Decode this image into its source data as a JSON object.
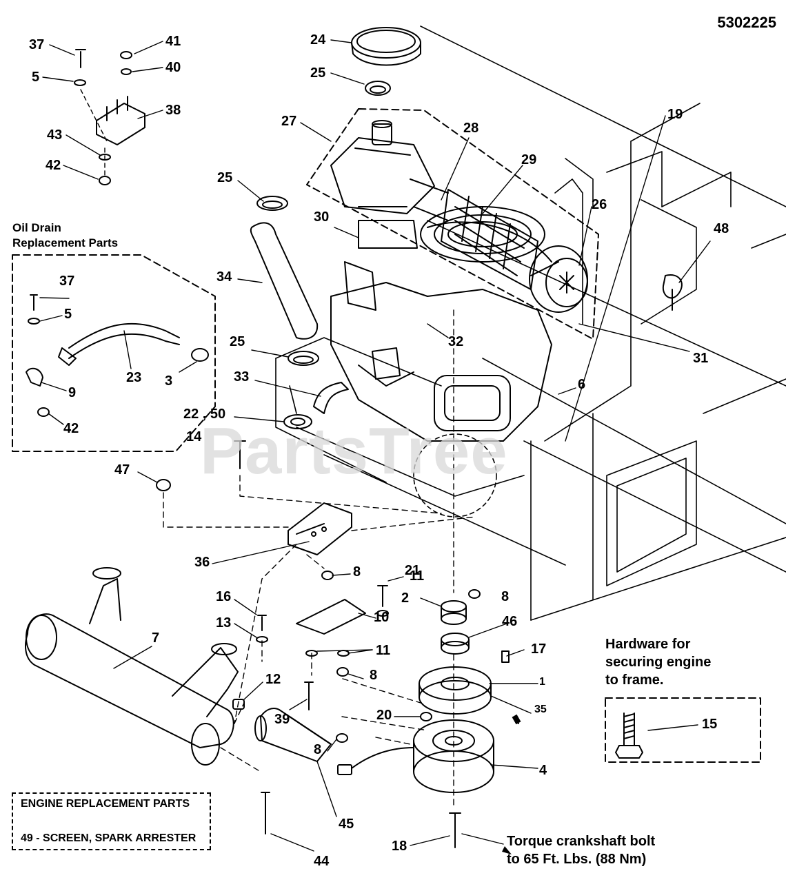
{
  "document": {
    "number": "5302225"
  },
  "watermark": "PartsTree",
  "oil_drain_box": {
    "title_line1": "Oil Drain",
    "title_line2": "Replacement Parts"
  },
  "hardware_box": {
    "title_line1": "Hardware for",
    "title_line2": "securing engine",
    "title_line3": "to frame.",
    "part": "15"
  },
  "torque_note": {
    "line1": "Torque crankshaft bolt",
    "line2": "to 65 Ft. Lbs. (88 Nm)"
  },
  "engine_parts_box": {
    "line1": "ENGINE REPLACEMENT PARTS",
    "line2": "49 - SCREEN, SPARK ARRESTER"
  },
  "callouts": [
    {
      "id": "c37a",
      "text": "37"
    },
    {
      "id": "c41",
      "text": "41"
    },
    {
      "id": "c5a",
      "text": "5"
    },
    {
      "id": "c40",
      "text": "40"
    },
    {
      "id": "c38",
      "text": "38"
    },
    {
      "id": "c43",
      "text": "43"
    },
    {
      "id": "c42a",
      "text": "42"
    },
    {
      "id": "c24",
      "text": "24"
    },
    {
      "id": "c25a",
      "text": "25"
    },
    {
      "id": "c27",
      "text": "27"
    },
    {
      "id": "c28",
      "text": "28"
    },
    {
      "id": "c29",
      "text": "29"
    },
    {
      "id": "c19",
      "text": "19"
    },
    {
      "id": "c25b",
      "text": "25"
    },
    {
      "id": "c26",
      "text": "26"
    },
    {
      "id": "c30",
      "text": "30"
    },
    {
      "id": "c48",
      "text": "48"
    },
    {
      "id": "c34",
      "text": "34"
    },
    {
      "id": "c32",
      "text": "32"
    },
    {
      "id": "c31",
      "text": "31"
    },
    {
      "id": "c25c",
      "text": "25"
    },
    {
      "id": "c33",
      "text": "33"
    },
    {
      "id": "c6",
      "text": "6"
    },
    {
      "id": "c2250",
      "text": "22 , 50"
    },
    {
      "id": "c14",
      "text": "14"
    },
    {
      "id": "c37b",
      "text": "37"
    },
    {
      "id": "c5b",
      "text": "5"
    },
    {
      "id": "c23",
      "text": "23"
    },
    {
      "id": "c3",
      "text": "3"
    },
    {
      "id": "c9",
      "text": "9"
    },
    {
      "id": "c42b",
      "text": "42"
    },
    {
      "id": "c47",
      "text": "47"
    },
    {
      "id": "c36",
      "text": "36"
    },
    {
      "id": "c8a",
      "text": "8"
    },
    {
      "id": "c21",
      "text": "21"
    },
    {
      "id": "c11a",
      "text": "11"
    },
    {
      "id": "c8b",
      "text": "8"
    },
    {
      "id": "c2",
      "text": "2"
    },
    {
      "id": "c46",
      "text": "46"
    },
    {
      "id": "c10",
      "text": "10"
    },
    {
      "id": "c16",
      "text": "16"
    },
    {
      "id": "c13",
      "text": "13"
    },
    {
      "id": "c7",
      "text": "7"
    },
    {
      "id": "c11b",
      "text": "11"
    },
    {
      "id": "c17",
      "text": "17"
    },
    {
      "id": "c8c",
      "text": "8"
    },
    {
      "id": "c12",
      "text": "12"
    },
    {
      "id": "c1",
      "text": "1"
    },
    {
      "id": "c35",
      "text": "35"
    },
    {
      "id": "c39",
      "text": "39"
    },
    {
      "id": "c20",
      "text": "20"
    },
    {
      "id": "c8d",
      "text": "8"
    },
    {
      "id": "c4",
      "text": "4"
    },
    {
      "id": "c45",
      "text": "45"
    },
    {
      "id": "c18",
      "text": "18"
    },
    {
      "id": "c44",
      "text": "44"
    }
  ]
}
